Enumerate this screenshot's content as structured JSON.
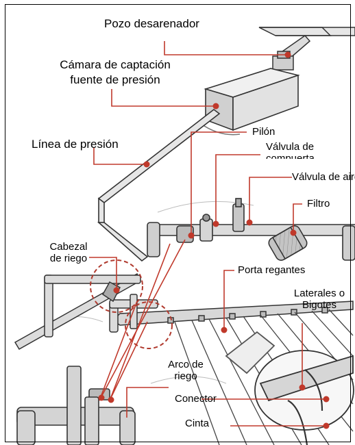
{
  "labels": {
    "pozo": "Pozo desarenador",
    "camara_1": "Cámara de captación",
    "camara_2": "fuente de presión",
    "linea": "Línea de presión",
    "pilon": "Pilón",
    "valvula_comp_1": "Válvula de",
    "valvula_comp_2": "compuerta",
    "valvula_aire": "Válvula de aire",
    "filtro": "Filtro",
    "cabezal_1": "Cabezal",
    "cabezal_2": "de riego",
    "porta": "Porta regantes",
    "laterales_1": "Laterales o",
    "laterales_2": "Bigotes",
    "arco_1": "Arco de",
    "arco_2": "riego",
    "conector": "Conector",
    "cinta": "Cinta"
  },
  "colors": {
    "leader_line": "#c0392b",
    "pipe_fill": "#d9d9d9",
    "pipe_stroke": "#333333",
    "highlight_circle": "#b03a2e",
    "frame": "#000000"
  }
}
